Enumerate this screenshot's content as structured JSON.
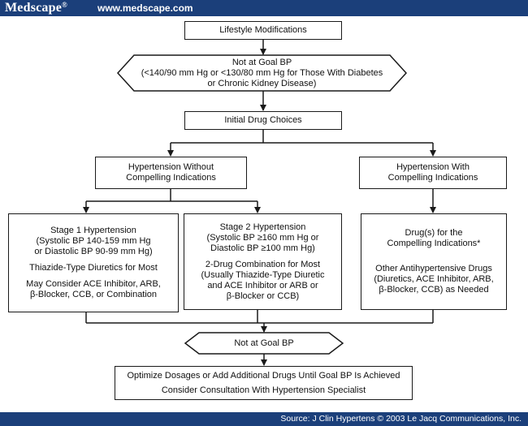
{
  "header": {
    "brand": "Medscape",
    "brand_mark": "®",
    "url": "www.medscape.com"
  },
  "footer": {
    "source": "Source: J Clin Hypertens © 2003 Le Jacq Communications, Inc."
  },
  "flowchart": {
    "lifestyle": "Lifestyle Modifications",
    "not_goal_1": {
      "title": "Not at Goal BP",
      "line2": "(<140/90 mm Hg or <130/80 mm Hg for Those With Diabetes",
      "line3": "or Chronic Kidney Disease)"
    },
    "initial": "Initial Drug Choices",
    "without": {
      "line1": "Hypertension Without",
      "line2": "Compelling Indications"
    },
    "with": {
      "line1": "Hypertension With",
      "line2": "Compelling Indications"
    },
    "stage1": {
      "title": "Stage 1 Hypertension",
      "criteria1": "(Systolic BP 140-159 mm Hg",
      "criteria2": "or Diastolic BP 90-99 mm Hg)",
      "rec": "Thiazide-Type Diuretics for Most",
      "alt1": "May Consider ACE Inhibitor, ARB,",
      "alt2": "β-Blocker, CCB, or Combination"
    },
    "stage2": {
      "title": "Stage 2 Hypertension",
      "criteria1": "(Systolic BP ≥160 mm Hg or",
      "criteria2": "Diastolic BP ≥100 mm Hg)",
      "rec1": "2-Drug Combination for Most",
      "rec2": "(Usually Thiazide-Type Diuretic",
      "rec3": "and ACE Inhibitor or ARB or",
      "rec4": "β-Blocker or CCB)"
    },
    "compelling": {
      "line1": "Drug(s) for the",
      "line2": "Compelling Indications*",
      "other1": "Other Antihypertensive Drugs",
      "other2": "(Diuretics, ACE Inhibitor, ARB,",
      "other3": "β-Blocker, CCB) as Needed"
    },
    "not_goal_2": "Not at Goal BP",
    "final": {
      "line1": "Optimize Dosages or Add Additional Drugs Until Goal BP Is Achieved",
      "line2": "Consider Consultation With Hypertension Specialist"
    }
  },
  "colors": {
    "bar": "#1b3f7a",
    "line": "#1a1a1a"
  }
}
